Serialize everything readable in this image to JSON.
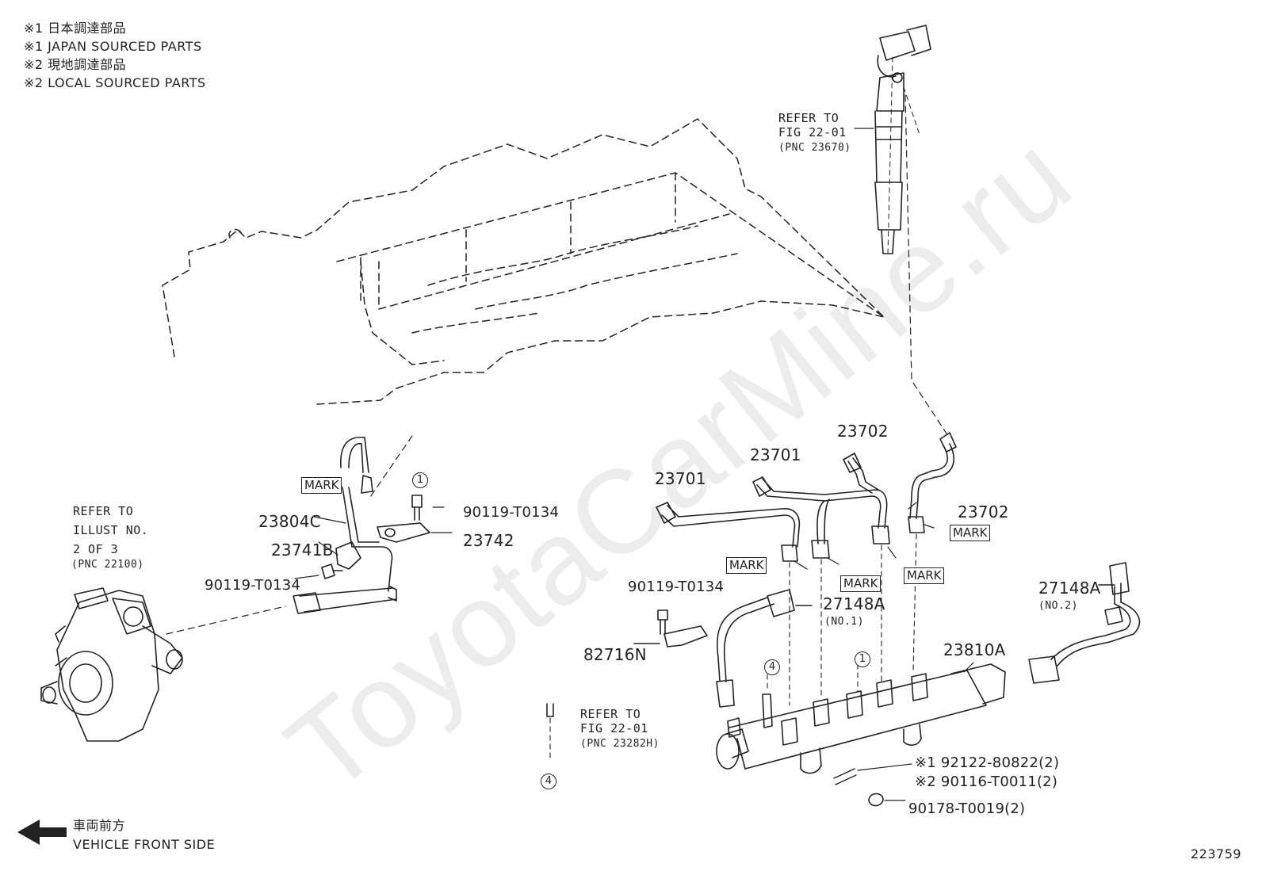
{
  "notes": [
    "※1 日本調達部品",
    "※1 JAPAN SOURCED PARTS",
    "※2 現地調達部品",
    "※2 LOCAL SOURCED PARTS"
  ],
  "watermark": "ToyotaCarMine.ru",
  "refer_injector": {
    "line1": "REFER TO",
    "line2": "FIG 22-01",
    "line3": "(PNC 23670)"
  },
  "refer_pump": {
    "line1": "REFER TO",
    "line2": "ILLUST NO.",
    "line3": "2 OF 3",
    "line4": "(PNC 22100)"
  },
  "refer_plug": {
    "line1": "REFER TO",
    "line2": "FIG 22-01",
    "line3": "(PNC 23282H)"
  },
  "mark_label": "MARK",
  "parts": {
    "p23804C": "23804C",
    "p23741B": "23741B",
    "p23742": "23742",
    "bolt_a": "90119-T0134",
    "bolt_b": "90119-T0134",
    "bolt_c": "90119-T0134",
    "p23701_a": "23701",
    "p23701_b": "23701",
    "p23702_a": "23702",
    "p23702_b": "23702",
    "p27148A_1": "27148A",
    "p27148A_1_sub": "(NO.1)",
    "p27148A_2": "27148A",
    "p27148A_2_sub": "(NO.2)",
    "p82716N": "82716N",
    "p23810A": "23810A",
    "stud_1": "※1 92122-80822(2)",
    "stud_2": "※2 90116-T0011(2)",
    "nut": "90178-T0019(2)"
  },
  "callouts": {
    "c1": "1",
    "c4": "4"
  },
  "front": {
    "jp": "車両前方",
    "en": "VEHICLE FRONT SIDE"
  },
  "figure_id": "223759"
}
